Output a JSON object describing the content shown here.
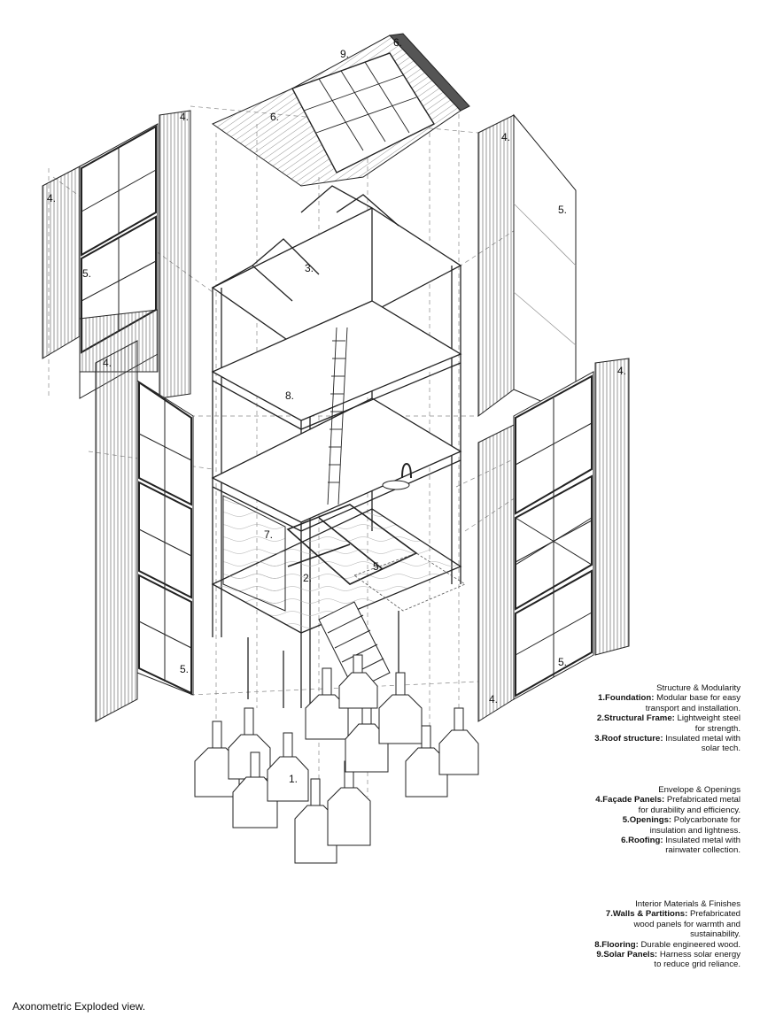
{
  "caption": "Axonometric Exploded view.",
  "labels": {
    "roof_panel": "9.",
    "roof_top": "6.",
    "roof_left": "6.",
    "left_facade_top": "4.",
    "left_facade_far": "4.",
    "left_opening_top": "5.",
    "left_facade_bottom": "4.",
    "left_opening_bottom": "5.",
    "roof_structure": "3.",
    "flooring": "8.",
    "walls": "7.",
    "frame": "2.",
    "opening_inner": "5.",
    "foundation": "1.",
    "right_facade_top": "4.",
    "right_opening_top": "5.",
    "right_facade_far": "4.",
    "right_opening_bottom": "5.",
    "right_facade_bottom": "4."
  },
  "legend": [
    {
      "heading": "Structure & Modularity",
      "items": [
        {
          "term": "1.Foundation:",
          "desc": "Modular base for easy transport and installation."
        },
        {
          "term": "2.Structural Frame:",
          "desc": "Lightweight steel for strength."
        },
        {
          "term": "3.Roof structure:",
          "desc": "Insulated metal with solar tech."
        }
      ]
    },
    {
      "heading": "Envelope & Openings",
      "items": [
        {
          "term": "4.Façade Panels:",
          "desc": "Prefabricated metal for durability and efficiency."
        },
        {
          "term": "5.Openings:",
          "desc": "Polycarbonate for insulation and lightness."
        },
        {
          "term": "6.Roofing:",
          "desc": "Insulated metal with rainwater collection."
        }
      ]
    },
    {
      "heading": "Interior Materials & Finishes",
      "items": [
        {
          "term": "7.Walls & Partitions:",
          "desc": "Prefabricated wood panels for warmth and sustainability."
        },
        {
          "term": "8.Flooring:",
          "desc": "Durable engineered wood."
        },
        {
          "term": "9.Solar Panels:",
          "desc": "Harness solar energy to reduce grid reliance."
        }
      ]
    }
  ]
}
